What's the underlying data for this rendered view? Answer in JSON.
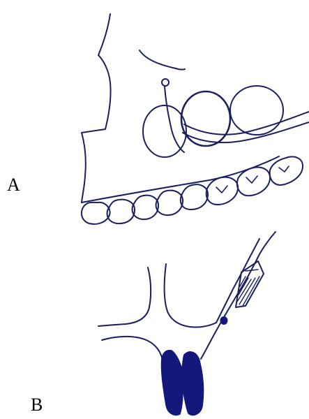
{
  "figure": {
    "panels": [
      {
        "label": "A",
        "subject": "maxilla-lateral-view-sketch"
      },
      {
        "label": "B",
        "subject": "frontal-section-sketch"
      }
    ],
    "colors": {
      "background": "#ffffff",
      "line_ink": "#1a1f5e",
      "fill_ink": "#14187a",
      "label_text": "#000000"
    }
  }
}
